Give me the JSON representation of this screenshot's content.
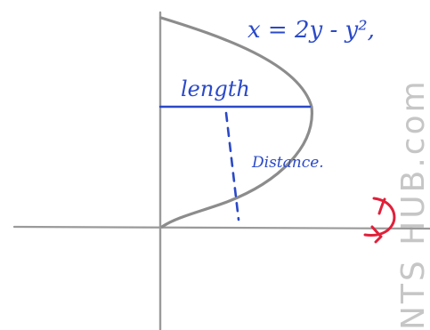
{
  "equation": "x = 2y - y²,",
  "labels": {
    "length": "length",
    "distance": "Distance."
  },
  "watermark": "NTS HUB.com",
  "colors": {
    "ink_blue": "#2a49c8",
    "axis_gray": "#9a9a9a",
    "curve_gray": "#8c8c8c",
    "arrow_red": "#e0203a",
    "watermark_gray": "#c6c6c6"
  },
  "icons": {
    "rotation": "curved-arrow-icon"
  }
}
